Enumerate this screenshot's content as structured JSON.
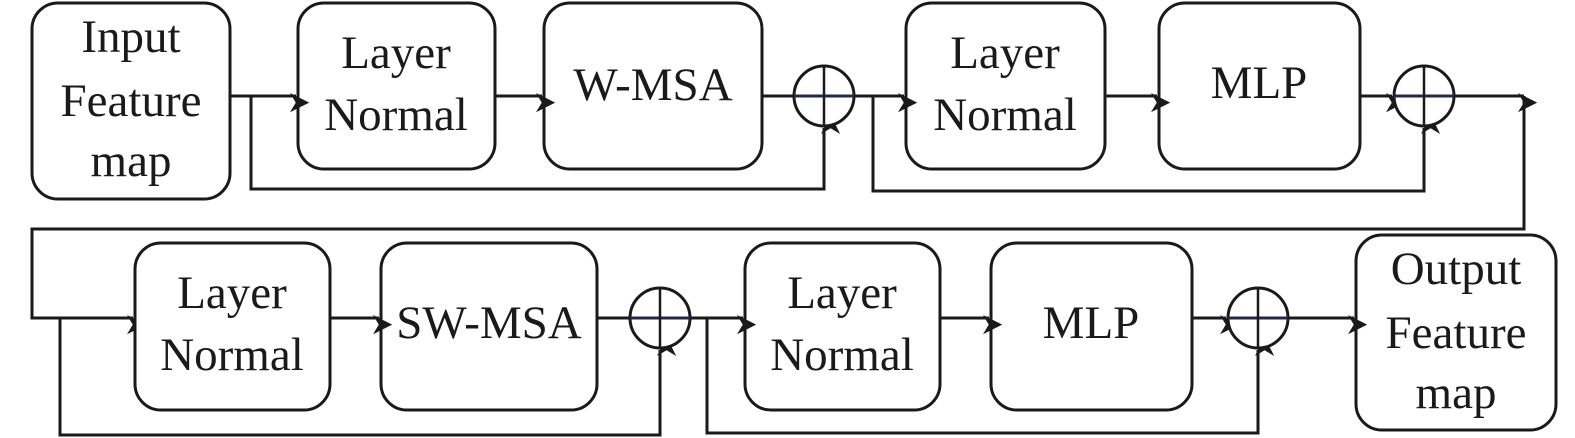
{
  "blocks": {
    "input": [
      "Input",
      "Feature",
      "map"
    ],
    "ln1": [
      "Layer",
      "Normal"
    ],
    "wmsa": "W-MSA",
    "ln2": [
      "Layer",
      "Normal"
    ],
    "mlp1": "MLP",
    "ln3": [
      "Layer",
      "Normal"
    ],
    "swmsa": "SW-MSA",
    "ln4": [
      "Layer",
      "Normal"
    ],
    "mlp2": "MLP",
    "output": [
      "Output",
      "Feature",
      "map"
    ]
  },
  "operators": {
    "add_symbol": "circle-plus-icon"
  }
}
